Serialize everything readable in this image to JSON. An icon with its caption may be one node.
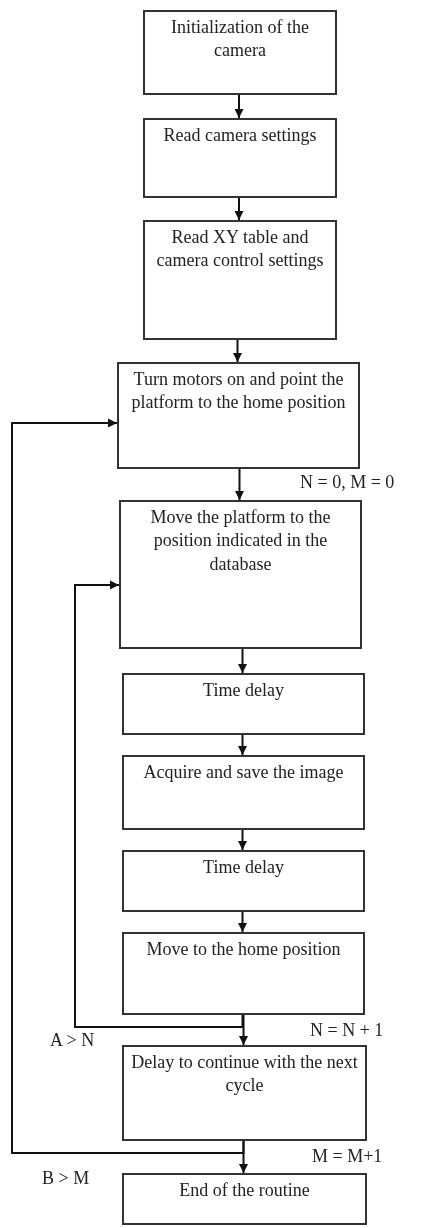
{
  "diagram": {
    "nodes": [
      {
        "text": [
          "Initialization of the camera"
        ]
      },
      {
        "text": [
          "Read camera settings"
        ]
      },
      {
        "text": [
          "Read XY table and camera control settings"
        ]
      },
      {
        "text": [
          "Turn motors on and point the platform to the home position"
        ]
      },
      {
        "text": [
          "Move the platform to the position indicated in the database"
        ]
      },
      {
        "text": [
          "Time delay"
        ]
      },
      {
        "text": [
          "Acquire and save the image"
        ]
      },
      {
        "text": [
          "Time delay"
        ]
      },
      {
        "text": [
          "Move to the home position"
        ]
      },
      {
        "text": [
          "Delay to continue with the next cycle"
        ]
      },
      {
        "text": [
          "End of the routine"
        ]
      }
    ],
    "edges": [
      {
        "from": 0,
        "to": 1,
        "arrow": "to"
      },
      {
        "from": 1,
        "to": 2,
        "arrow": "to"
      },
      {
        "from": 2,
        "to": 3,
        "arrow": "to"
      },
      {
        "from": 3,
        "to": 4,
        "arrow": "to"
      },
      {
        "from": 4,
        "to": 5,
        "arrow": "to"
      },
      {
        "from": 5,
        "to": 6,
        "arrow": "to"
      },
      {
        "from": 6,
        "to": 7,
        "arrow": "to"
      },
      {
        "from": 7,
        "to": 8,
        "arrow": "to"
      },
      {
        "from": 8,
        "to": 9,
        "arrow": "to"
      },
      {
        "from": 9,
        "to": 10,
        "arrow": "to"
      },
      {
        "from": 8,
        "to": 4,
        "arrow": "to",
        "label": "A > N"
      },
      {
        "from": 9,
        "to": 3,
        "arrow": "to",
        "label": "B > M"
      }
    ],
    "labels": [
      "N = 0,  M = 0",
      "N = N + 1",
      "M = M+1"
    ]
  }
}
